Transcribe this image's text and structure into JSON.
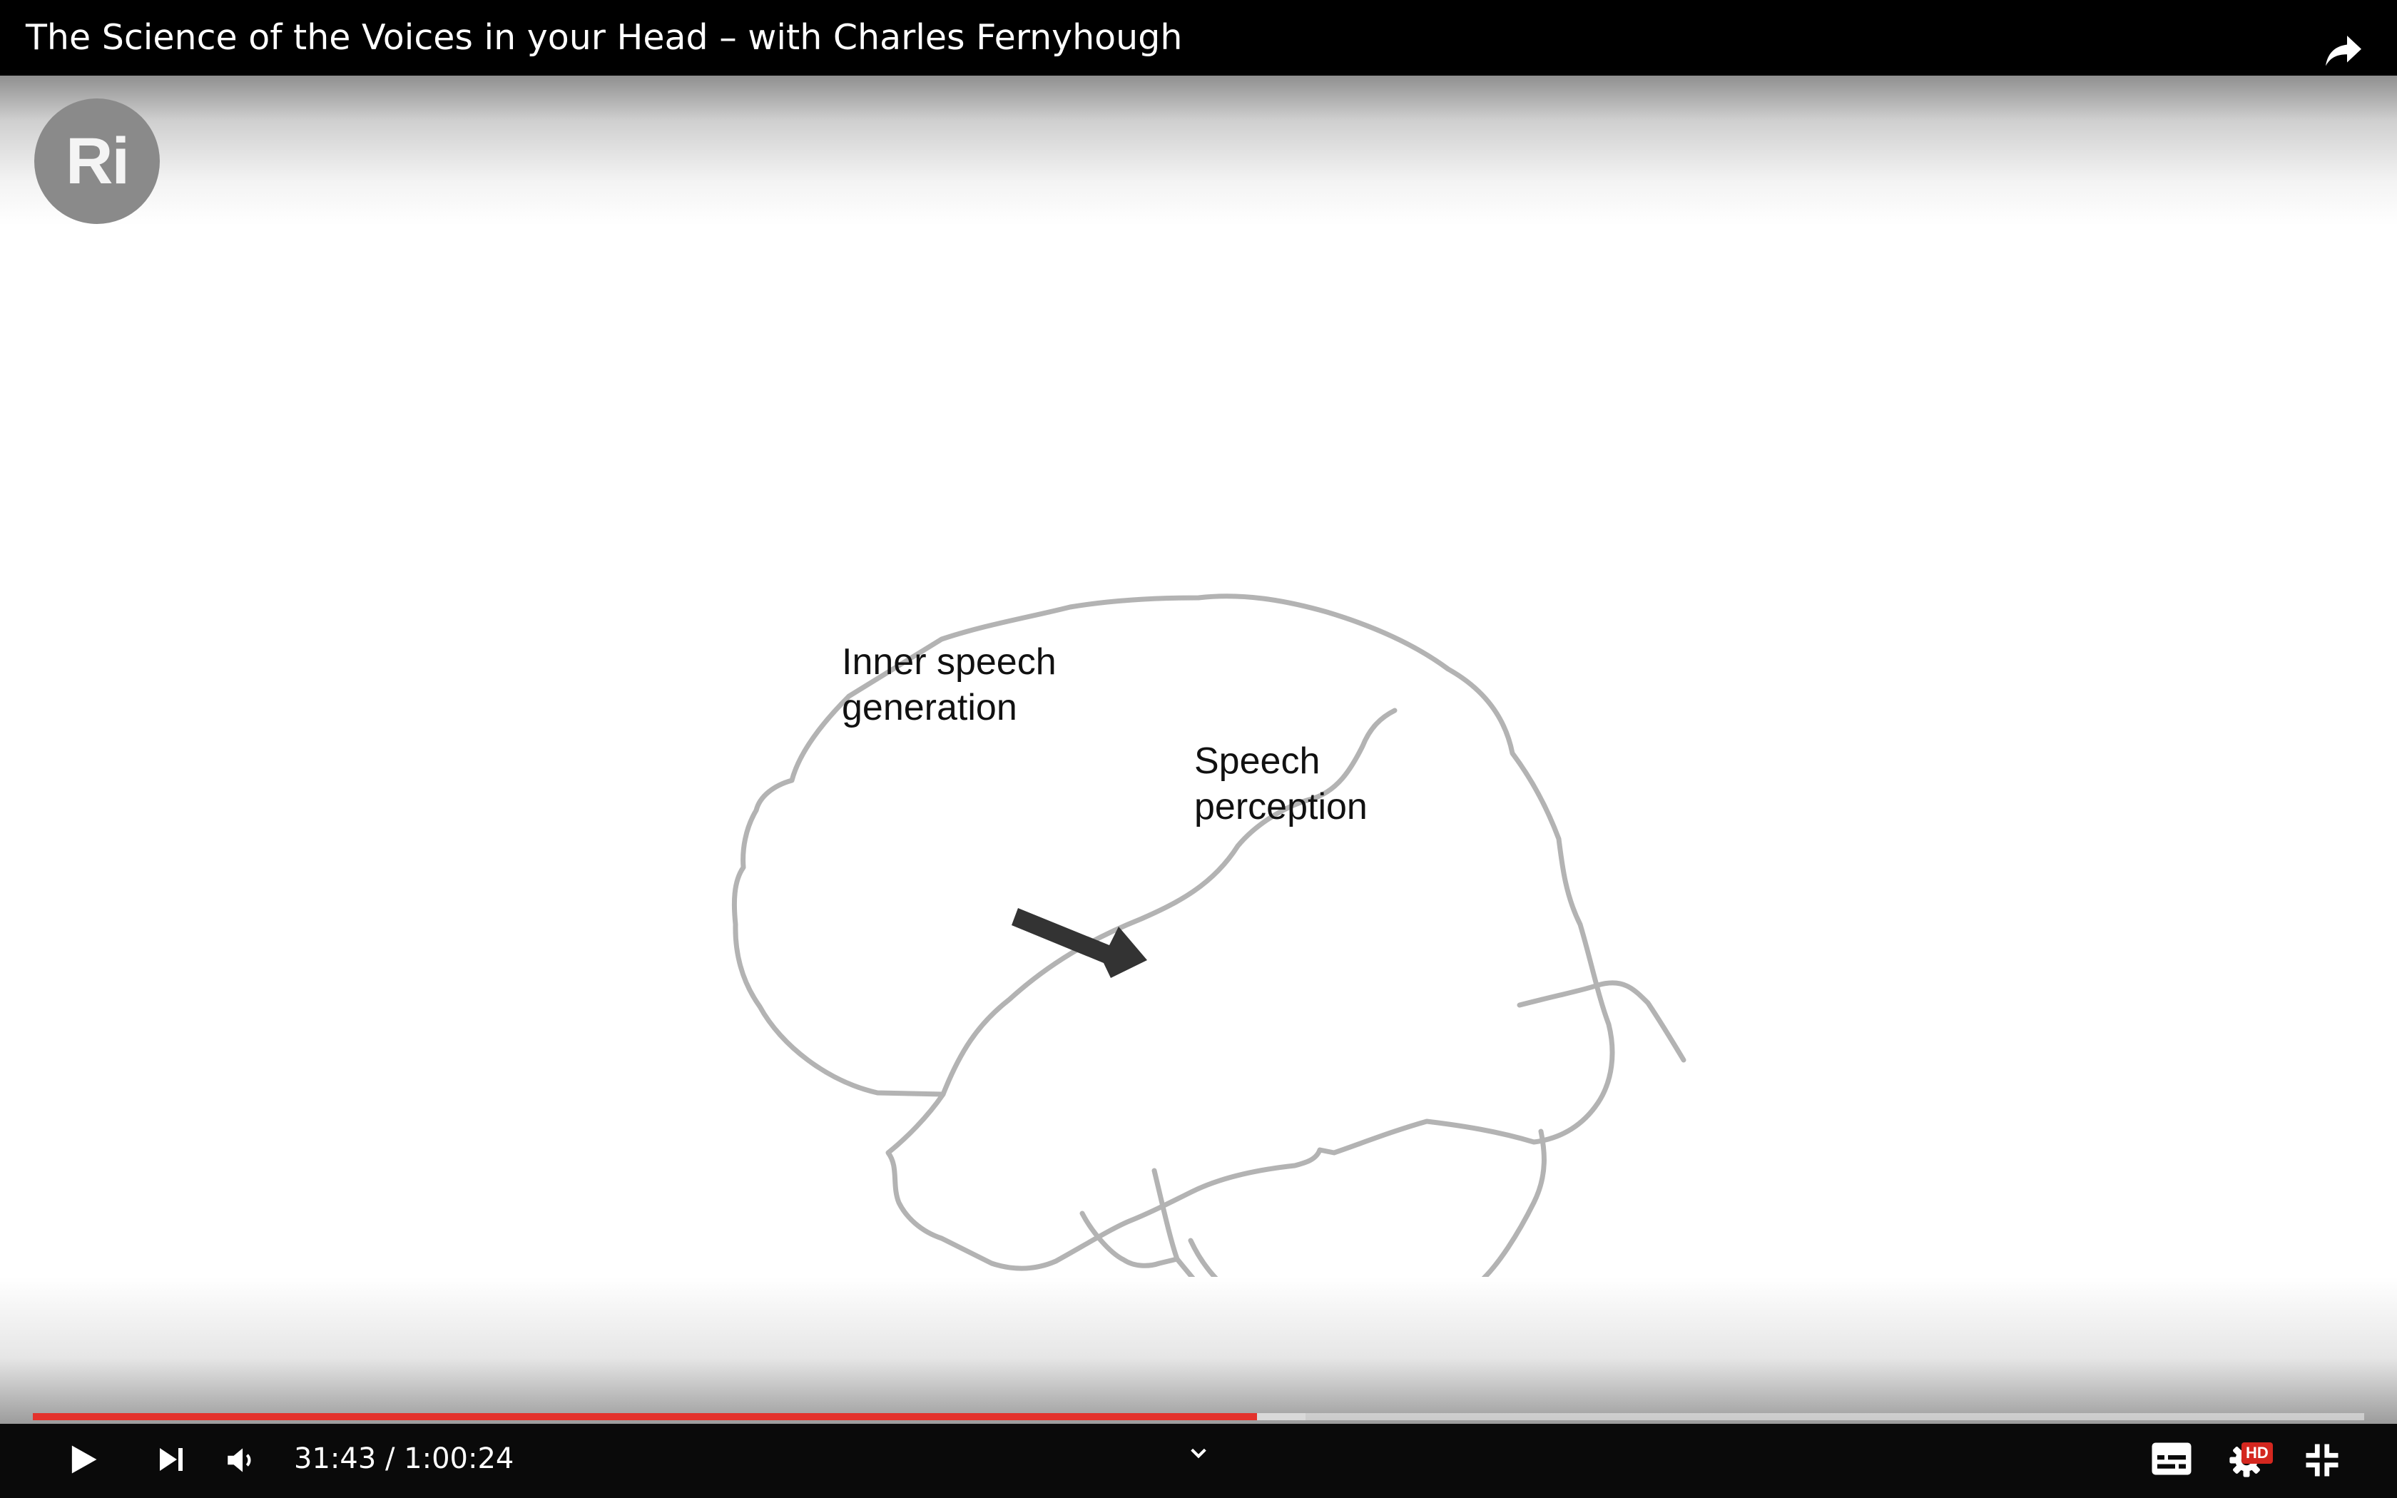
{
  "video": {
    "title": "The Science of the Voices in your Head – with Charles Fernyhough",
    "channel_logo_text": "Ri"
  },
  "slide": {
    "label_generation": [
      "Inner speech",
      "generation"
    ],
    "label_perception": [
      "Speech",
      "perception"
    ]
  },
  "player": {
    "current_time": "31:43",
    "duration": "1:00:24",
    "time_display": "31:43 / 1:00:24",
    "played_fraction": 0.525,
    "buffered_fraction": 0.546,
    "quality_badge": "HD",
    "accent_color": "#e3322c"
  },
  "icons": {
    "share": "share-icon",
    "play": "play-icon",
    "next": "next-icon",
    "volume": "volume-icon",
    "chevron": "chevron-down-icon",
    "subtitles": "subtitles-icon",
    "settings": "settings-gear-icon",
    "exit_fullscreen": "exit-fullscreen-icon"
  }
}
